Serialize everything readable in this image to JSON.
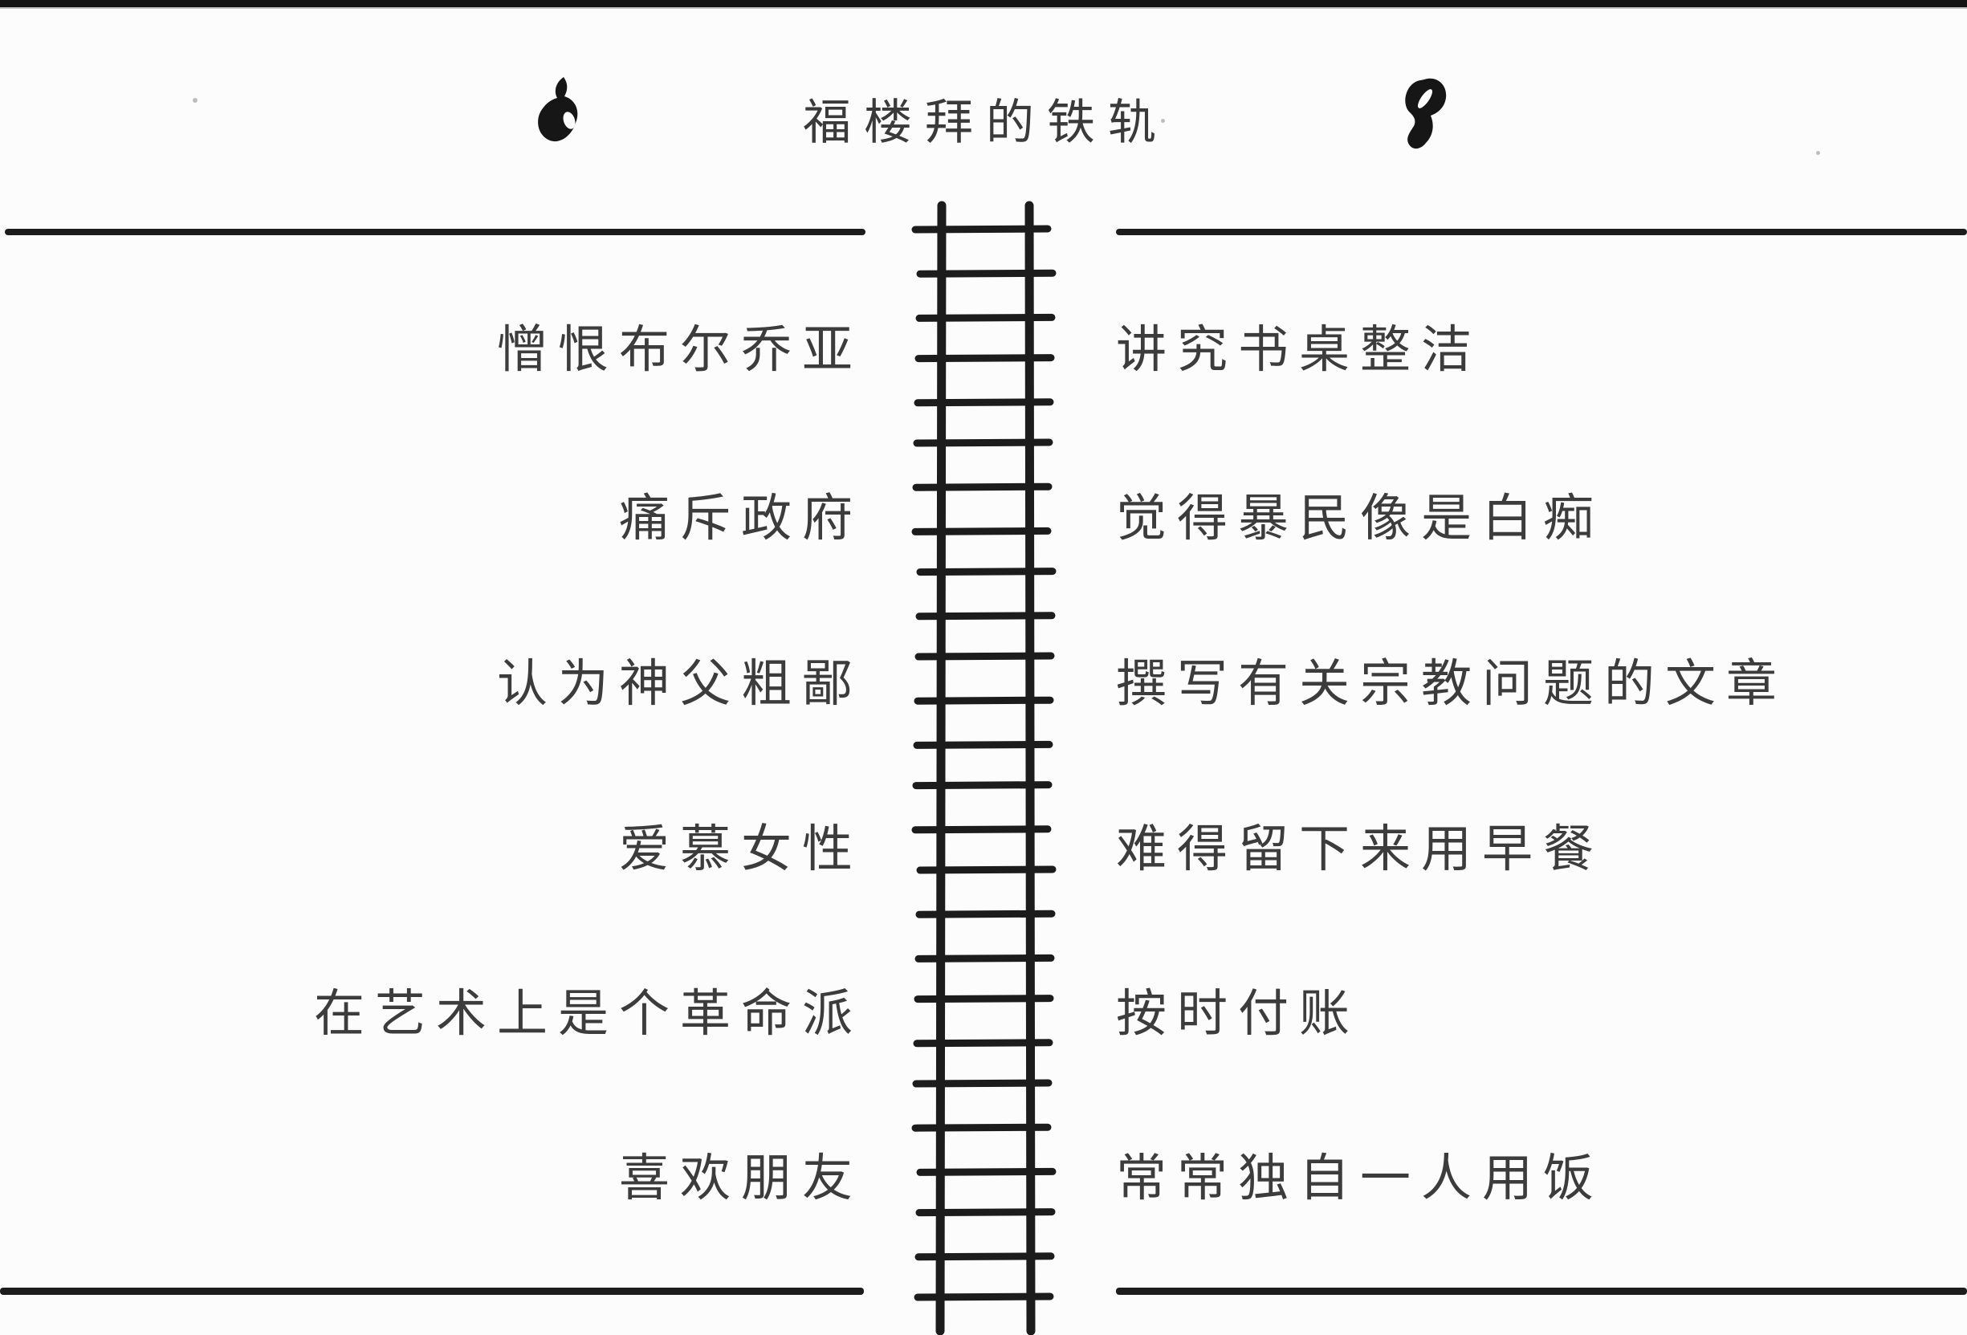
{
  "title": "福楼拜的铁轨",
  "colors": {
    "ink": "#1c1c1c",
    "text": "#3c3c3c",
    "background": "#fcfcfc"
  },
  "decorations": {
    "left_icon": "ink-blot",
    "right_icon": "ink-blot",
    "divider": "railroad-track"
  },
  "rows": [
    {
      "left": "憎恨布尔乔亚",
      "right": "讲究书桌整洁"
    },
    {
      "left": "痛斥政府",
      "right": "觉得暴民像是白痴"
    },
    {
      "left": "认为神父粗鄙",
      "right": "撰写有关宗教问题的文章"
    },
    {
      "left": "爱慕女性",
      "right": "难得留下来用早餐"
    },
    {
      "left": "在艺术上是个革命派",
      "right": "按时付账"
    },
    {
      "left": "喜欢朋友",
      "right": "常常独自一人用饭"
    }
  ]
}
